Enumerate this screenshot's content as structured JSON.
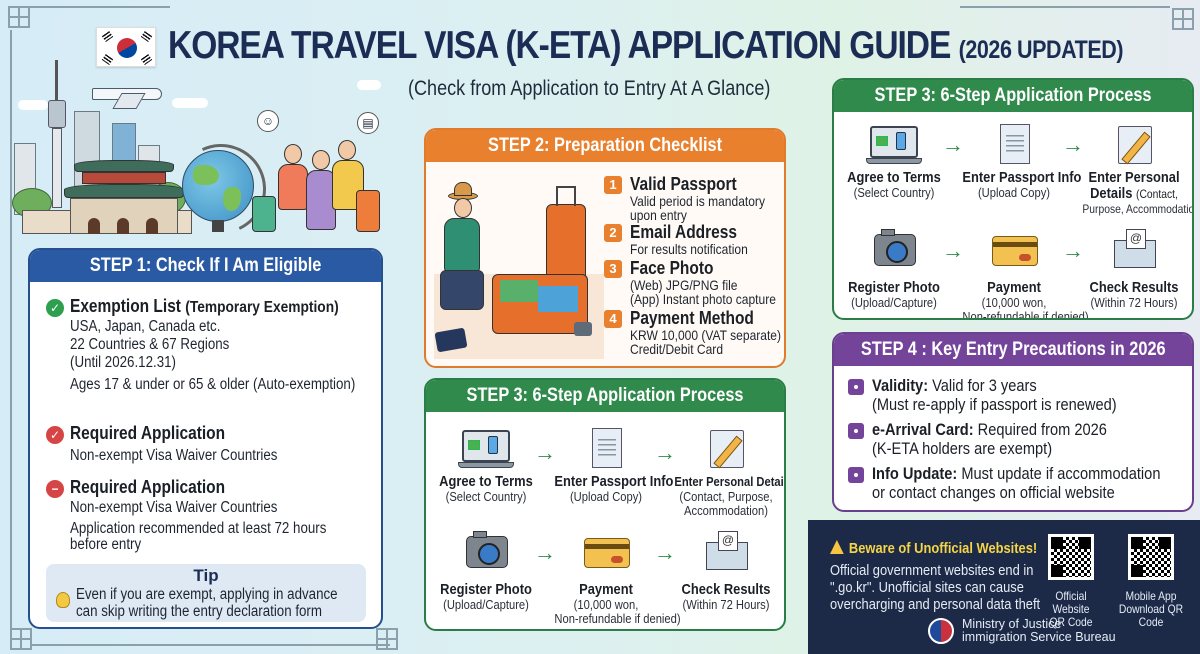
{
  "header": {
    "title": "KOREA TRAVEL VISA (K-ETA) APPLICATION GUIDE",
    "title_suffix": "(2026 UPDATED)",
    "subtitle": "(Check from Application to Entry At A Glance)"
  },
  "icons": {
    "flag": "korea-flag-icon",
    "illustration": "travelers-seoul-illustration",
    "globe": "globe-icon",
    "plane": "airplane-icon"
  },
  "colors": {
    "title_navy": "#1c2d55",
    "step1_blue": "#2a5aa3",
    "step2_orange": "#e8802e",
    "step3_green": "#2f8a4c",
    "step4_purple": "#74449b",
    "warning_bg": "#1c2a48",
    "warning_yellow": "#f5d547"
  },
  "step1": {
    "title": "STEP 1: Check If I Am Eligible",
    "items": [
      {
        "icon": "check-circle-green",
        "title": "Exemption List",
        "title_note": "(Temporary Exemption)",
        "lines": [
          "USA, Japan, Canada etc.",
          "22 Countries & 67 Regions",
          "(Until 2026.12.31)",
          "Ages 17 & under or 65 & older (Auto-exemption)"
        ]
      },
      {
        "icon": "check-circle-red",
        "title": "Required Application",
        "lines": [
          "Non-exempt Visa Waiver Countries"
        ]
      },
      {
        "icon": "minus-circle-red",
        "title": "Required Application",
        "lines": [
          "Non-exempt Visa Waiver Countries",
          "Application recommended at least 72 hours",
          "before entry"
        ]
      }
    ],
    "tip": {
      "title": "Tip",
      "lines": [
        "Even if you are exempt, applying in advance",
        "can skip writing the entry declaration form"
      ]
    }
  },
  "step2": {
    "title": "STEP 2: Preparation Checklist",
    "items": [
      {
        "num": "1",
        "title": "Valid Passport",
        "lines": [
          "Valid period is mandatory",
          "upon entry"
        ]
      },
      {
        "num": "2",
        "title": "Email Address",
        "lines": [
          "For results notification"
        ]
      },
      {
        "num": "3",
        "title": "Face Photo",
        "lines": [
          "(Web) JPG/PNG file",
          "(App) Instant photo capture"
        ]
      },
      {
        "num": "4",
        "title": "Payment Method",
        "lines": [
          "KRW 10,000 (VAT separate)",
          "Credit/Debit Card"
        ]
      }
    ]
  },
  "step3": {
    "title": "STEP 3: 6-Step Application Process",
    "steps": [
      {
        "icon": "laptop-phone-icon",
        "label": "Agree to Terms",
        "sub": [
          "(Select Country)"
        ]
      },
      {
        "icon": "document-icon",
        "label": "Enter Passport Info",
        "sub": [
          "(Upload Copy)"
        ]
      },
      {
        "icon": "pencil-pad-icon",
        "label": "Enter Personal Details",
        "sub": [
          "(Contact, Purpose,",
          "Accommodation)"
        ]
      },
      {
        "icon": "camera-icon",
        "label": "Register Photo",
        "sub": [
          "(Upload/Capture)"
        ]
      },
      {
        "icon": "credit-card-icon",
        "label": "Payment",
        "sub": [
          "(10,000 won,",
          "Non-refundable if denied)"
        ]
      },
      {
        "icon": "envelope-icon",
        "label": "Check Results",
        "sub": [
          "(Within 72 Hours)"
        ]
      }
    ],
    "alt_panel": {
      "personal_label_l1": "Enter Personal",
      "personal_label_l2": "Details",
      "personal_sub_inline": "(Contact,",
      "personal_sub_l2": "Purpose, Accommodation)"
    }
  },
  "step4": {
    "title": "STEP 4 : Key Entry Precautions in 2026",
    "items": [
      {
        "label": "Validity:",
        "text": "Valid for 3 years",
        "line2": "(Must re-apply if passport is renewed)"
      },
      {
        "label": "e-Arrival Card:",
        "text": "Required from 2026",
        "line2": "(K-ETA holders are exempt)"
      },
      {
        "label": "Info Update:",
        "text": "Must update if accommodation",
        "line2": "or contact changes on official website"
      }
    ]
  },
  "warning": {
    "title": "Beware of Unofficial Websites!",
    "lines": [
      "Official government websites end in",
      "\".go.kr\". Unofficial sites can cause",
      "overcharging and personal data theft"
    ],
    "qr_codes": [
      {
        "label_l1": "Official Website",
        "label_l2": "QR Code"
      },
      {
        "label_l1": "Mobile App",
        "label_l2": "Download QR Code"
      }
    ],
    "ministry_l1": "Ministry of Justice",
    "ministry_l2": "immigration Service Bureau"
  }
}
